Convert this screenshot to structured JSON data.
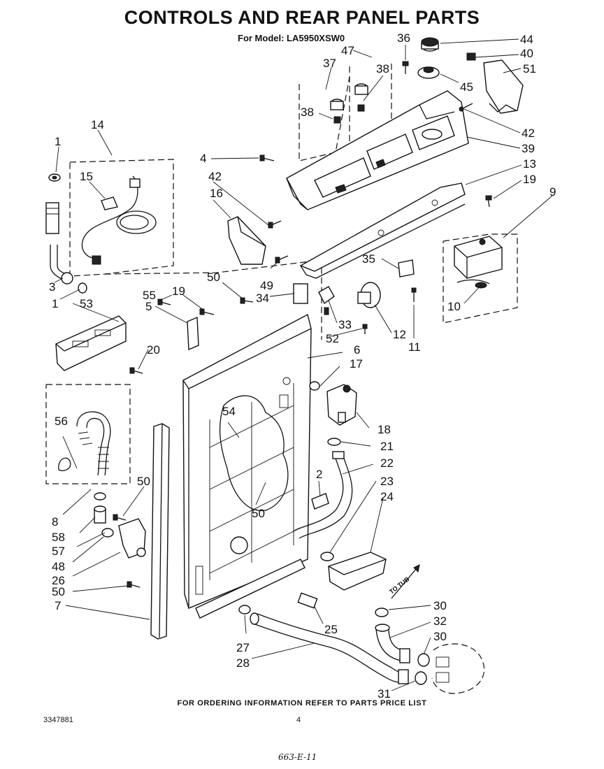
{
  "header": {
    "title": "CONTROLS AND REAR PANEL PARTS",
    "model_line": "For Model: LA5950XSW0"
  },
  "footer": {
    "ordering_note": "FOR ORDERING INFORMATION REFER TO PARTS PRICE LIST",
    "document_number": "3347881",
    "page_number": "4",
    "handwritten_note": "663-E-11"
  },
  "callouts": [
    "1",
    "14",
    "15",
    "16",
    "4",
    "42",
    "37",
    "47",
    "36",
    "38",
    "38",
    "44",
    "40",
    "51",
    "45",
    "42",
    "39",
    "13",
    "19",
    "9",
    "35",
    "50",
    "49",
    "34",
    "55",
    "19",
    "5",
    "3",
    "53",
    "1",
    "33",
    "52",
    "12",
    "11",
    "10",
    "6",
    "17",
    "20",
    "18",
    "21",
    "22",
    "56",
    "54",
    "2",
    "23",
    "50",
    "24",
    "8",
    "58",
    "57",
    "48",
    "26",
    "50",
    "7",
    "50",
    "25",
    "30",
    "32",
    "30",
    "27",
    "28",
    "31"
  ],
  "annotation": "TO TUB",
  "colors": {
    "ink": "#111111",
    "paper": "#ffffff"
  }
}
